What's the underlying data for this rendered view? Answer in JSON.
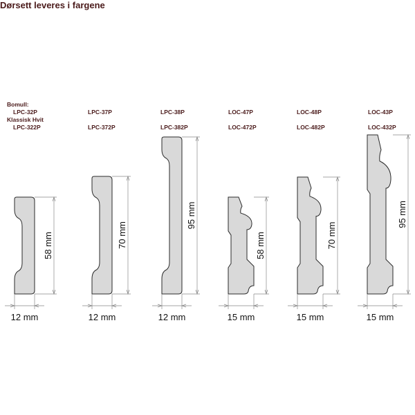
{
  "title": "Dørsett leveres i fargene",
  "color_groups": [
    {
      "name": "Bomull:",
      "codes": [
        "LPC-32P",
        "LPC-37P",
        "LPC-38P",
        "LOC-47P",
        "LOC-48P",
        "LOC-43P"
      ]
    },
    {
      "name": "Klassisk Hvit",
      "codes": [
        "LPC-322P",
        "LPC-372P",
        "LPC-382P",
        "LOC-472P",
        "LOC-482P",
        "LOC-432P"
      ]
    }
  ],
  "profiles": [
    {
      "height": "58 mm",
      "width": "12 mm",
      "style": "LPC"
    },
    {
      "height": "70 mm",
      "width": "12 mm",
      "style": "LPC"
    },
    {
      "height": "95 mm",
      "width": "12 mm",
      "style": "LPC"
    },
    {
      "height": "58 mm",
      "width": "15 mm",
      "style": "LOC"
    },
    {
      "height": "70 mm",
      "width": "15 mm",
      "style": "LOC"
    },
    {
      "height": "95 mm",
      "width": "15 mm",
      "style": "LOC"
    }
  ]
}
